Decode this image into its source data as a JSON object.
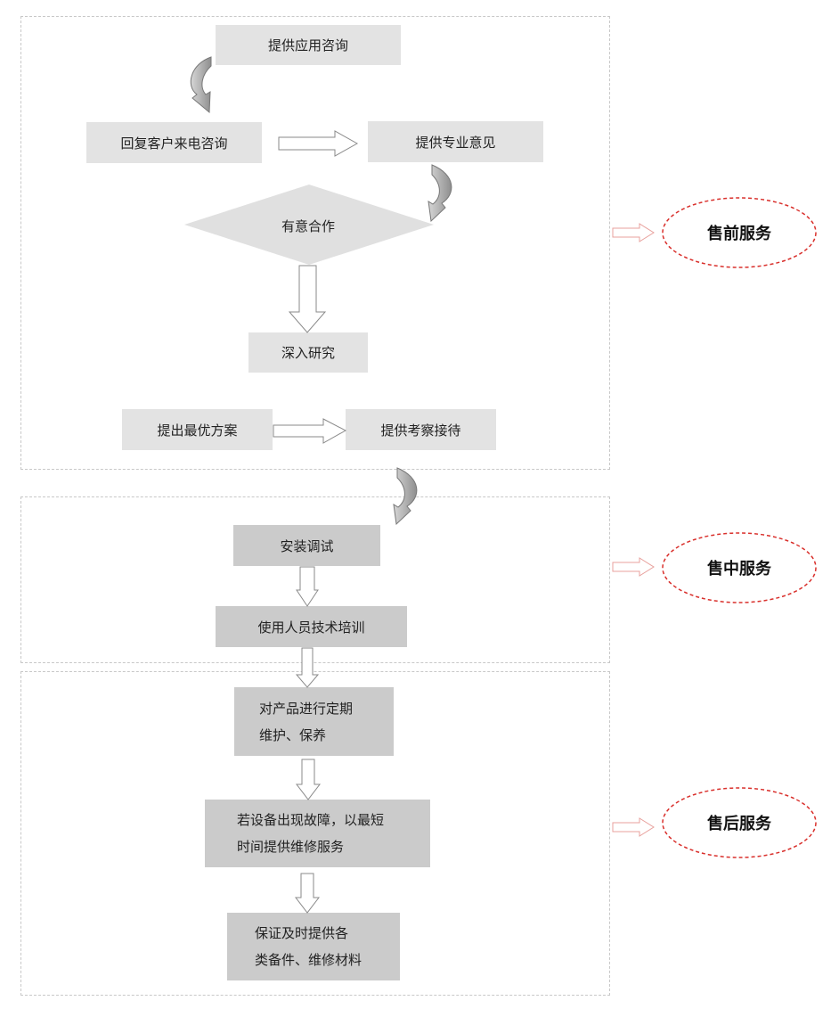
{
  "sections": {
    "pre_sale": {
      "label": "售前服务",
      "steps": {
        "consult": "提供应用咨询",
        "reply_calls": "回复客户来电咨询",
        "professional_opinion": "提供专业意见",
        "cooperation_intent": "有意合作",
        "in_depth_research": "深入研究",
        "best_plan": "提出最优方案",
        "site_visit": "提供考察接待"
      }
    },
    "in_sale": {
      "label": "售中服务",
      "steps": {
        "install_debug": "安装调试",
        "staff_training": "使用人员技术培训"
      }
    },
    "after_sale": {
      "label": "售后服务",
      "steps": {
        "maintenance_line1": "对产品进行定期",
        "maintenance_line2": "维护、保养",
        "failure_line1": "若设备出现故障，以最短",
        "failure_line2": "时间提供维修服务",
        "parts_line1": "保证及时提供各",
        "parts_line2": "类备件、维修材料"
      }
    }
  },
  "colors": {
    "section_border": "#c8c8c8",
    "box_light": "#e3e3e3",
    "box_mid": "#cbcbcb",
    "diamond": "#e0e0e0",
    "oval_border": "#d9302c",
    "side_arrow": "#e8a09c",
    "arrow_outline": "#8a8a8a"
  }
}
